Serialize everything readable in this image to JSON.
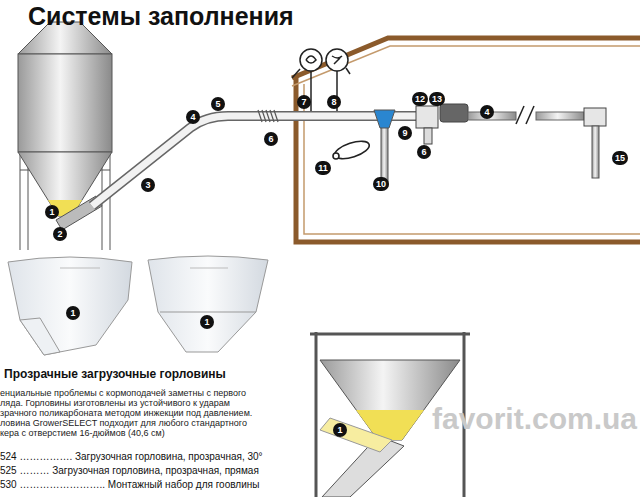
{
  "diagram": {
    "title": "Системы заполнения",
    "nodes": [
      {
        "text": [
          "7"
        ]
      },
      {
        "text": [
          "8"
        ]
      },
      {
        "text": [
          "5"
        ]
      },
      {
        "text": [
          "4"
        ]
      },
      {
        "text": [
          "12"
        ]
      },
      {
        "text": [
          "13"
        ]
      },
      {
        "text": [
          "4"
        ]
      },
      {
        "text": [
          "9"
        ]
      },
      {
        "text": [
          "6"
        ]
      },
      {
        "text": [
          "6"
        ]
      },
      {
        "text": [
          "15"
        ]
      },
      {
        "text": [
          "11"
        ]
      },
      {
        "text": [
          "10"
        ]
      },
      {
        "text": [
          "3"
        ]
      },
      {
        "text": [
          "1"
        ]
      },
      {
        "text": [
          "2"
        ]
      },
      {
        "text": [
          "1"
        ]
      },
      {
        "text": [
          "1"
        ]
      },
      {
        "text": [
          "1"
        ]
      }
    ],
    "labels": [
      "Прозрачные загрузочные горловины",
      "енциальные проблемы с кормоподачей заметны с первого",
      "ляда. Горловины изготовлены из устойчивого к ударам",
      "зрачного поликарбоната методом инжекции под давлением.",
      "ловина GrowerSELECT подходит для любого стандартного",
      "кера с отверстием 16-дюймов (40,6 см)",
      "524 ……………. Загрузочная горловина, прозрачная, 30°",
      "525 ……… Загрузочная горловина, прозрачная, прямая",
      "530 …………………….. Монтажный набор для гоовлины",
      "favorit.com.ua"
    ]
  }
}
